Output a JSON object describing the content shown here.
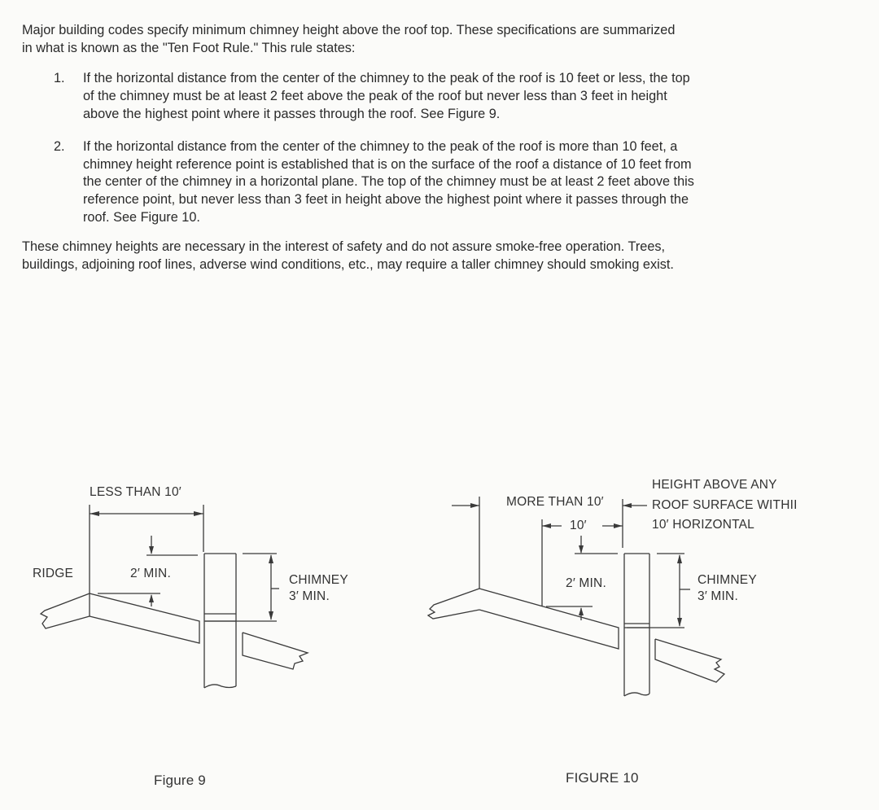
{
  "intro": {
    "lines": [
      "Major building codes specify minimum chimney height above the roof top. These specifications are summarized",
      "in what is known as the \"Ten Foot Rule.\" This rule states:"
    ]
  },
  "rules": [
    {
      "number": "1.",
      "lines": [
        "If the horizontal distance from the center of the chimney to the peak of the roof is 10 feet or less, the top",
        "of the chimney must be at least 2 feet above the peak of the roof but never less than 3 feet in height",
        "above the highest point where it passes through the roof. See Figure 9."
      ]
    },
    {
      "number": "2.",
      "lines": [
        "If the horizontal distance from the center of the chimney to the peak of the roof is more than 10 feet, a",
        "chimney height reference point is established that is on the surface of the roof a distance of 10 feet from",
        "the center of the chimney in a horizontal plane. The top of the chimney must be at least 2 feet above this",
        "reference point, but never less than 3 feet in height above the highest point where it passes through the",
        "roof. See Figure 10."
      ]
    }
  ],
  "closing": {
    "lines": [
      "These chimney heights are necessary in the interest of safety and do not assure smoke-free operation. Trees,",
      "buildings, adjoining roof lines, adverse wind conditions, etc., may require a taller chimney should smoking exist."
    ]
  },
  "figure9": {
    "caption": "Figure 9",
    "distance": "LESS THAN 10′",
    "ridge": "RIDGE",
    "min2": "2′ MIN.",
    "chimney": "CHIMNEY",
    "min3": "3′ MIN."
  },
  "figure10": {
    "caption": "FIGURE 10",
    "distance": "MORE THAN 10′",
    "ten": "10′",
    "height_lines": [
      "HEIGHT ABOVE ANY",
      "ROOF SURFACE WITHII",
      "10′ HORIZONTAL"
    ],
    "min2": "2′ MIN.",
    "chimney": "CHIMNEY",
    "min3": "3′ MIN."
  }
}
